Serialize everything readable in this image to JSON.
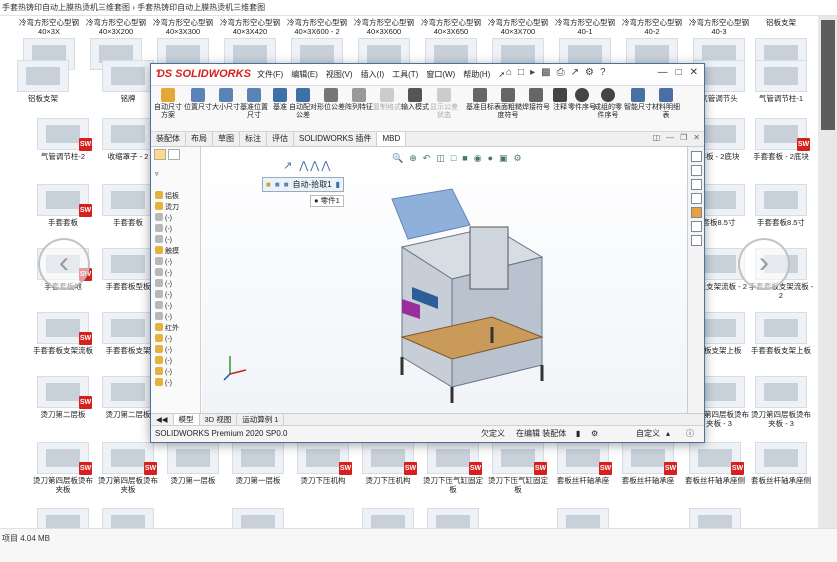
{
  "explorer": {
    "breadcrumb": "手套热铸印自动上膜热烫机三维套图 › 手套热铸印自动上膜热烫机三维套图",
    "status_text": "项目 4.04 MB",
    "tiles": [
      {
        "label": "冷弯方形空心型钢40×3X"
      },
      {
        "label": "冷弯方形空心型钢40×3X200"
      },
      {
        "label": "冷弯方形空心型钢40×3X300"
      },
      {
        "label": "冷弯方形空心型钢40×3X420"
      },
      {
        "label": "冷弯方形空心型钢40×3X600 - 2"
      },
      {
        "label": "冷弯方形空心型钢40×3X600"
      },
      {
        "label": "冷弯方形空心型钢40×3X650"
      },
      {
        "label": "冷弯方形空心型钢40×3X700"
      },
      {
        "label": "冷弯方形空心型钢40-1"
      },
      {
        "label": "冷弯方形空心型钢40-2"
      },
      {
        "label": "冷弯方形空心型钢40-3"
      },
      {
        "label": "铝板支架"
      },
      {
        "label": "铝板支架"
      },
      {
        "label": "铭牌"
      },
      {
        "label": "气管调节头"
      },
      {
        "label": "气管调节柱-1"
      },
      {
        "label": "气管调节柱-2"
      },
      {
        "label": "收缩罩子 - 2"
      },
      {
        "label": "套板 - 2底块"
      },
      {
        "label": "手套套板 - 2底块"
      },
      {
        "label": "手套套板"
      },
      {
        "label": "手套套板"
      },
      {
        "label": "套板8.5寸"
      },
      {
        "label": "手套套板8.5寸"
      },
      {
        "label": "手套套板地"
      },
      {
        "label": "手套套板型板"
      },
      {
        "label": "套板支架流板 - 2"
      },
      {
        "label": "手套套板支架流板 - 2"
      },
      {
        "label": "手套套板支架流板"
      },
      {
        "label": "手套套板支架"
      },
      {
        "label": "套板支架上板"
      },
      {
        "label": "手套套板支架上板"
      },
      {
        "label": "烫刀第二层板"
      },
      {
        "label": "烫刀第二层板"
      },
      {
        "label": "烫刀第四层板烫布夹板 - 3"
      },
      {
        "label": "烫刀第四层板烫布夹板 - 3"
      },
      {
        "label": "烫刀第四层板烫布夹板"
      },
      {
        "label": "烫刀第四层板烫布夹板"
      },
      {
        "label": "烫刀第一层板"
      },
      {
        "label": "烫刀第一层板"
      },
      {
        "label": "烫刀下压机构"
      },
      {
        "label": "烫刀下压机构"
      },
      {
        "label": "烫刀下压气缸固定板"
      },
      {
        "label": "烫刀下压气缸固定板"
      },
      {
        "label": "套板丝杆轴承座"
      },
      {
        "label": "套板丝杆轴承座"
      },
      {
        "label": "套板丝杆轴承座侧"
      },
      {
        "label": "套板丝杆轴承座侧"
      }
    ]
  },
  "solidworks": {
    "logo": "SOLIDWORKS",
    "menus": [
      "文件(F)",
      "编辑(E)",
      "视图(V)",
      "插入(I)",
      "工具(T)",
      "窗口(W)",
      "帮助(H)"
    ],
    "ribbon": [
      {
        "label": "自动尺寸方案"
      },
      {
        "label": "位置尺寸"
      },
      {
        "label": "大小尺寸"
      },
      {
        "label": "基准位置尺寸"
      },
      {
        "label": "基准"
      },
      {
        "label": "自动配对公差"
      },
      {
        "label": "形位公差"
      },
      {
        "label": "阵列特征"
      },
      {
        "label": "复制格式"
      },
      {
        "label": "输入模式"
      },
      {
        "label": "显示公差状态"
      },
      {
        "label": "基准目标"
      },
      {
        "label": "表面粗糙度符号"
      },
      {
        "label": "焊接符号"
      },
      {
        "label": "注释"
      },
      {
        "label": "零件序号"
      },
      {
        "label": "成组的零件序号"
      },
      {
        "label": "智能尺寸"
      },
      {
        "label": "材料明细表"
      }
    ],
    "tabs": [
      "装配体",
      "布局",
      "草图",
      "标注",
      "评估",
      "SOLIDWORKS 插件",
      "MBD"
    ],
    "active_tab": "MBD",
    "tree_items": [
      "铝板",
      "烫刀",
      "(-) ",
      "(-) ",
      "(-) ",
      "触摸",
      "(-) ",
      "(-) ",
      "(-) ",
      "(-) ",
      "(-) ",
      "(-) ",
      "红外",
      "(-) ",
      "(-) ",
      "(-) ",
      "(-) ",
      "(-) "
    ],
    "selection_toolbar": "自动-拾取1",
    "hint_label": "零件1",
    "bottom_tabs": [
      "模型",
      "3D 视图",
      "运动算例 1"
    ],
    "active_bottom_tab": "模型",
    "status": {
      "product": "SOLIDWORKS Premium 2020 SP0.0",
      "under_defined": "欠定义",
      "editing": "在编辑 装配体",
      "custom": "自定义"
    }
  }
}
